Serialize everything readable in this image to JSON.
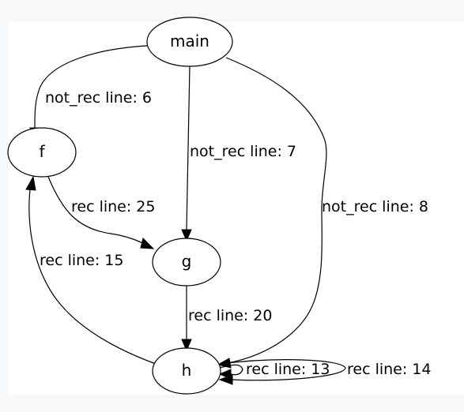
{
  "graph": {
    "nodes": [
      {
        "id": "main",
        "label": "main"
      },
      {
        "id": "f",
        "label": "f"
      },
      {
        "id": "g",
        "label": "g"
      },
      {
        "id": "h",
        "label": "h"
      }
    ],
    "edges": [
      {
        "from": "main",
        "to": "f",
        "label": "not_rec line: 6"
      },
      {
        "from": "main",
        "to": "g",
        "label": "not_rec line: 7"
      },
      {
        "from": "main",
        "to": "h",
        "label": "not_rec line: 8"
      },
      {
        "from": "f",
        "to": "g",
        "label": "rec line: 25"
      },
      {
        "from": "g",
        "to": "h",
        "label": "rec line: 20"
      },
      {
        "from": "h",
        "to": "f",
        "label": "rec line: 15"
      },
      {
        "from": "h",
        "to": "h",
        "label": "rec line: 13"
      },
      {
        "from": "h",
        "to": "h",
        "label": "rec line: 14"
      }
    ]
  }
}
